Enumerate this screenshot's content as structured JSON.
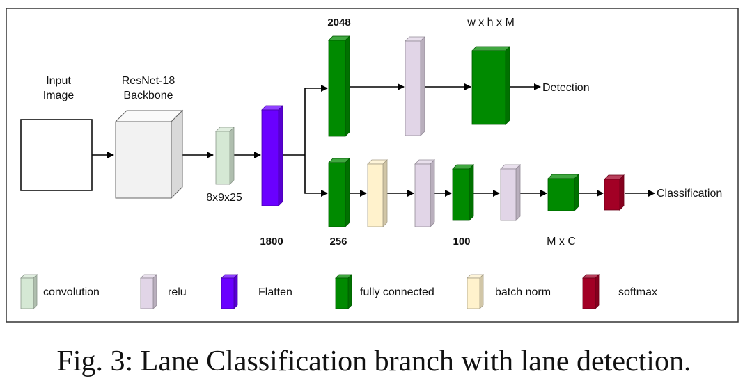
{
  "colors": {
    "convolution": "#d5e8d4",
    "relu": "#e1d5e7",
    "flatten": "#6a00ff",
    "fully_connected": "#008a00",
    "batch_norm": "#fff2cc",
    "softmax": "#a20025",
    "backbone": "#f2f2f2"
  },
  "labels": {
    "input_line1": "Input",
    "input_line2": "Image",
    "backbone_line1": "ResNet-18",
    "backbone_line2": "Backbone",
    "conv_dim": "8x9x25",
    "flatten_dim": "1800",
    "top_fc_dim": "2048",
    "top_out_dim": "w x h x M",
    "bottom_fc_dim": "256",
    "mid_fc_dim": "100",
    "bottom_out_dim": "M x C",
    "detection": "Detection",
    "classification": "Classification"
  },
  "legend": [
    {
      "key": "convolution",
      "label": "convolution"
    },
    {
      "key": "relu",
      "label": "relu"
    },
    {
      "key": "flatten",
      "label": "Flatten"
    },
    {
      "key": "fully_connected",
      "label": "fully connected"
    },
    {
      "key": "batch_norm",
      "label": "batch norm"
    },
    {
      "key": "softmax",
      "label": "softmax"
    }
  ],
  "caption": "Fig. 3: Lane Classification branch with lane detection."
}
